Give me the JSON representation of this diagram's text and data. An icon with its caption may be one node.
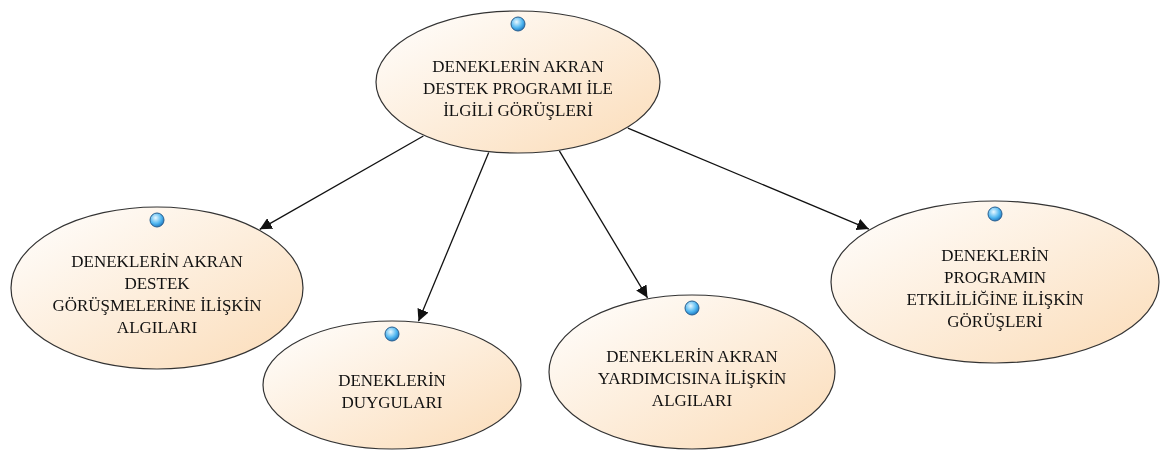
{
  "diagram": {
    "nodes": [
      {
        "text": [
          "DENEKLERİN AKRAN DESTEK PROGRAMI İLE İLGİLİ GÖRÜŞLERİ"
        ]
      },
      {
        "text": [
          "DENEKLERİN AKRAN DESTEK GÖRÜŞMELERİNE İLİŞKİN ALGILARI"
        ]
      },
      {
        "text": [
          "DENEKLERİN DUYGULARI"
        ]
      },
      {
        "text": [
          "DENEKLERİN AKRAN YARDIMCISINA İLİŞKİN ALGILARI"
        ]
      },
      {
        "text": [
          "DENEKLERİN PROGRAMIN ETKİLİLİĞİNE İLİŞKİN GÖRÜŞLERİ"
        ]
      }
    ],
    "edges": [
      {
        "from": 0,
        "to": 1,
        "arrow": "to"
      },
      {
        "from": 0,
        "to": 2,
        "arrow": "to"
      },
      {
        "from": 0,
        "to": 3,
        "arrow": "to"
      },
      {
        "from": 0,
        "to": 4,
        "arrow": "to"
      }
    ]
  }
}
